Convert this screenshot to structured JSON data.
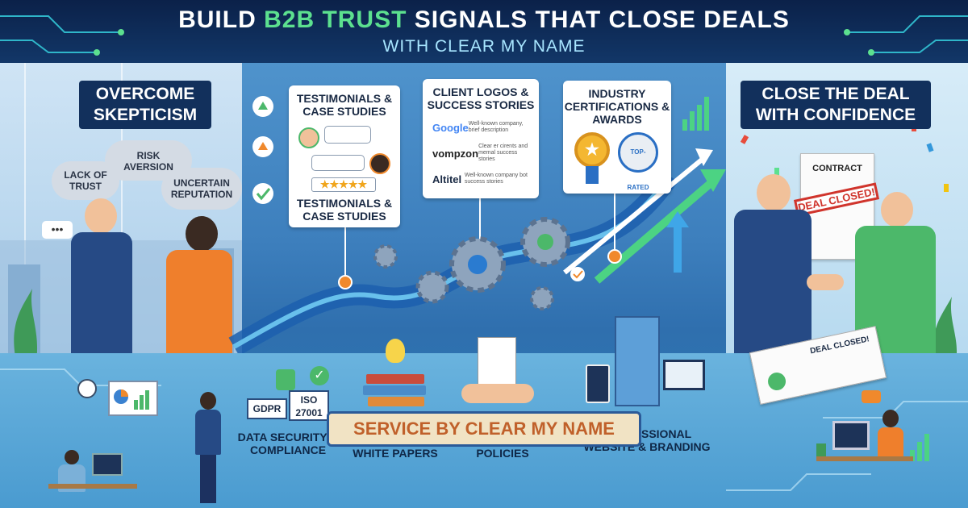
{
  "header": {
    "title_pre": "BUILD ",
    "title_accent": "B2B TRUST",
    "title_post": " SIGNALS THAT CLOSE DEALS",
    "subtitle": "WITH CLEAR MY NAME"
  },
  "left": {
    "label": "OVERCOME SKEPTICISM",
    "clouds": [
      "LACK OF TRUST",
      "RISK AVERSION",
      "UNCERTAIN REPUTATION"
    ],
    "speech": "•••"
  },
  "right": {
    "label": "CLOSE THE DEAL WITH CONFIDENCE",
    "contract_title": "CONTRACT",
    "stamp": "DEAL CLOSED!",
    "doc_stamp": "DEAL CLOSED!"
  },
  "cards": {
    "testimonials": {
      "title": "TESTIMONIALS & CASE STUDIES",
      "title2": "TESTIMONIALS & CASE STUDIES",
      "stars": "★★★★★"
    },
    "logos": {
      "title": "CLIENT LOGOS & SUCCESS STORIES",
      "rows": [
        {
          "name": "Google",
          "desc": "Well-known company, brief description"
        },
        {
          "name": "vompzon",
          "desc": "Clear er cirents and memal success stories"
        },
        {
          "name": "Altitel",
          "desc": "Well-known company bot success stories"
        }
      ]
    },
    "certifications": {
      "title": "INDUSTRY CERTIFICATIONS & AWARDS",
      "badge": "TOP-RATED"
    }
  },
  "lower": {
    "security": {
      "label": "DATA SECURITY & COMPLIANCE",
      "gdpr": "GDPR",
      "iso": "ISO 27001"
    },
    "thought": {
      "label": "THOUGHT LEADERSHIP & WHITE PAPERS"
    },
    "pricing": {
      "label": "CLEAR PRICING & TRANSPARENT POLICIES"
    },
    "website": {
      "label": "PROFESSIONAL WEBSITE & BRANDING"
    }
  },
  "footer": {
    "service": "SERVICE BY CLEAR MY NAME"
  },
  "colors": {
    "accent": "#5ce08f",
    "navy": "#12305c",
    "orange": "#f0892c",
    "banner_text": "#c0602a"
  }
}
